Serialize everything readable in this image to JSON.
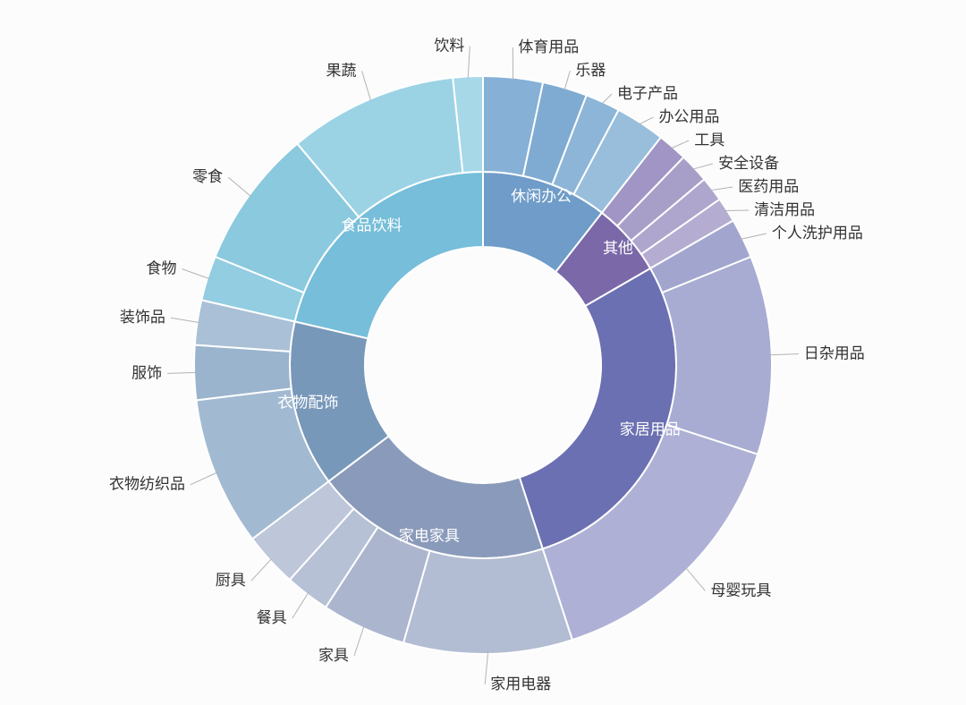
{
  "figure": {
    "background": "#fcfcfc",
    "inner_label_color": "#ffffff",
    "leaf_label_color": "#333333",
    "leader_line_color": "#b3b3b3",
    "segment_border_color": "#ffffff"
  },
  "chart_data": {
    "type": "pie",
    "subtype": "sunburst-donut",
    "title": "",
    "unit": "angular span in degrees, clockwise from 12 o'clock",
    "total_deg": 360,
    "rings": 2,
    "categories": [
      {
        "name": "休闲办公",
        "span_deg": 38,
        "color": "#6f9cc8",
        "children": [
          {
            "name": "体育用品",
            "span_deg": 12,
            "color": "#86b0d5"
          },
          {
            "name": "乐器",
            "span_deg": 9,
            "color": "#7fabd2"
          },
          {
            "name": "电子产品",
            "span_deg": 7,
            "color": "#8db5d8"
          },
          {
            "name": "办公用品",
            "span_deg": 10,
            "color": "#98bedc"
          }
        ]
      },
      {
        "name": "其他",
        "span_deg": 22,
        "color": "#7a68a8",
        "children": [
          {
            "name": "工具",
            "span_deg": 6,
            "color": "#a095c4"
          },
          {
            "name": "安全设备",
            "span_deg": 6,
            "color": "#a89fc9"
          },
          {
            "name": "医药用品",
            "span_deg": 5,
            "color": "#aea6cd"
          },
          {
            "name": "清洁用品",
            "span_deg": 5,
            "color": "#b4add1"
          }
        ]
      },
      {
        "name": "家居用品",
        "span_deg": 102,
        "color": "#6b70b2",
        "children": [
          {
            "name": "个人洗护用品",
            "span_deg": 8,
            "color": "#a2a6cf"
          },
          {
            "name": "日杂用品",
            "span_deg": 40,
            "color": "#a8abd2"
          },
          {
            "name": "母婴玩具",
            "span_deg": 54,
            "color": "#aeb1d5"
          }
        ]
      },
      {
        "name": "家电家具",
        "span_deg": 71,
        "color": "#8a9aba",
        "children": [
          {
            "name": "家用电器",
            "span_deg": 34,
            "color": "#b2bcd2"
          },
          {
            "name": "家具",
            "span_deg": 17,
            "color": "#abb6ce"
          },
          {
            "name": "餐具",
            "span_deg": 9,
            "color": "#b7c1d5"
          },
          {
            "name": "厨具",
            "span_deg": 11,
            "color": "#bec7da"
          }
        ]
      },
      {
        "name": "衣物配饰",
        "span_deg": 50,
        "color": "#7898ba",
        "children": [
          {
            "name": "衣物纺织品",
            "span_deg": 30,
            "color": "#a2bad1"
          },
          {
            "name": "服饰",
            "span_deg": 11,
            "color": "#9ab4cd"
          },
          {
            "name": "装饰品",
            "span_deg": 9,
            "color": "#aac0d6"
          }
        ]
      },
      {
        "name": "食品饮料",
        "span_deg": 77,
        "color": "#76bed9",
        "children": [
          {
            "name": "食物",
            "span_deg": 9,
            "color": "#92cde1"
          },
          {
            "name": "零食",
            "span_deg": 28,
            "color": "#8ac9de"
          },
          {
            "name": "果蔬",
            "span_deg": 34,
            "color": "#9bd3e5"
          },
          {
            "name": "饮料",
            "span_deg": 6,
            "color": "#a6d8e8"
          }
        ]
      }
    ]
  }
}
